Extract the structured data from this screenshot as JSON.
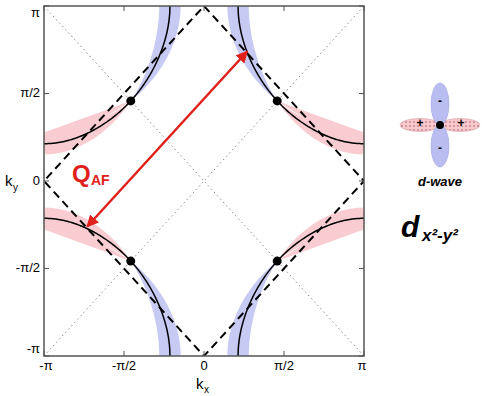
{
  "diagram": {
    "labels": [
      "π",
      "π/2",
      "0",
      "-π/2",
      "-π",
      "-π",
      "-π/2",
      "0",
      "π/2",
      "π",
      "k",
      "y",
      "k",
      "x",
      "Q",
      "AF",
      "-",
      "+",
      "+",
      "-",
      "d-wave",
      "d",
      "x²-y²"
    ]
  }
}
